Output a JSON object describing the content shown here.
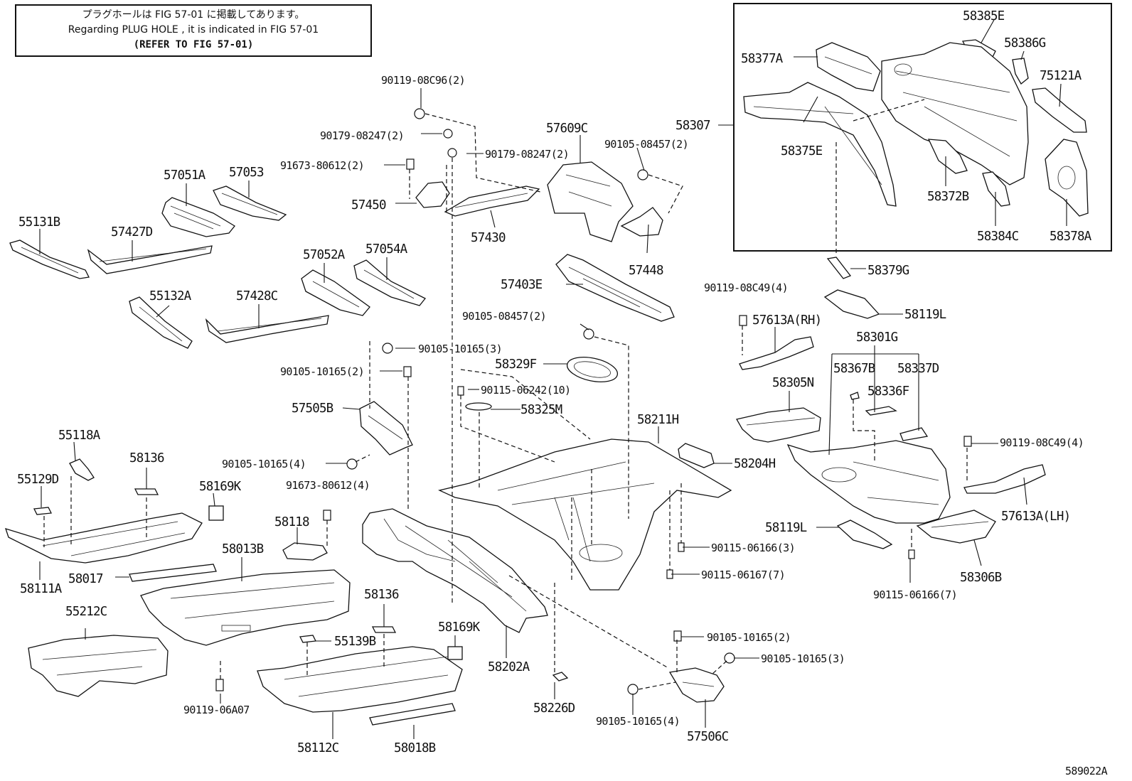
{
  "note": {
    "line_jp": "プラグホールは FIG 57-01 に掲載してあります。",
    "line_en": "Regarding  PLUG  HOLE , it is indicated in FIG  57-01",
    "line_ref": "(REFER TO FIG 57-01)"
  },
  "figure_id": "589022A",
  "labels": {
    "p90119_08C96": "90119-08C96(2)",
    "p90179_08247_a": "90179-08247(2)",
    "p90179_08247_b": "90179-08247(2)",
    "p91673_80612_2": "91673-80612(2)",
    "p57609C": "57609C",
    "p90105_08457_top": "90105-08457(2)",
    "p58307": "58307",
    "p57051A": "57051A",
    "p57053": "57053",
    "p57450": "57450",
    "p57430": "57430",
    "p55131B": "55131B",
    "p57427D": "57427D",
    "p57448": "57448",
    "p57052A": "57052A",
    "p57054A": "57054A",
    "p57403E": "57403E",
    "p55132A": "55132A",
    "p57428C": "57428C",
    "p90105_08457_mid": "90105-08457(2)",
    "p90105_10165_3a": "90105-10165(3)",
    "p90105_10165_2a": "90105-10165(2)",
    "p58329F": "58329F",
    "p90115_06242": "90115-06242(10)",
    "p57505B": "57505B",
    "p58325M": "58325M",
    "p55118A": "55118A",
    "p58211H": "58211H",
    "p90105_10165_4a": "90105-10165(4)",
    "p58204H": "58204H",
    "p58136_a": "58136",
    "p55129D": "55129D",
    "p58169K_a": "58169K",
    "p91673_80612_4": "91673-80612(4)",
    "p58118": "58118",
    "p58013B": "58013B",
    "p58017": "58017",
    "p58111A": "58111A",
    "p55212C": "55212C",
    "p58136_b": "58136",
    "p55139B": "55139B",
    "p58169K_b": "58169K",
    "p58202A": "58202A",
    "p90119_06A07": "90119-06A07",
    "p58112C": "58112C",
    "p58018B": "58018B",
    "p58226D": "58226D",
    "p90115_06166_3": "90115-06166(3)",
    "p90115_06167_7": "90115-06167(7)",
    "p90105_10165_2b": "90105-10165(2)",
    "p90105_10165_3b": "90105-10165(3)",
    "p90105_10165_4b": "90105-10165(4)",
    "p57506C": "57506C",
    "p58379G": "58379G",
    "p90119_08C49_a": "90119-08C49(4)",
    "p57613A_RH": "57613A(RH)",
    "p58119L_a": "58119L",
    "p58301G": "58301G",
    "p58367B": "58367B",
    "p58337D": "58337D",
    "p58305N": "58305N",
    "p58336F": "58336F",
    "p90119_08C49_b": "90119-08C49(4)",
    "p57613A_LH": "57613A(LH)",
    "p58119L_b": "58119L",
    "p58306B": "58306B",
    "p90115_06166_7": "90115-06166(7)",
    "p58385E": "58385E",
    "p58377A": "58377A",
    "p58386G": "58386G",
    "p75121A": "75121A",
    "p58375E": "58375E",
    "p58372B": "58372B",
    "p58384C": "58384C",
    "p58378A": "58378A"
  }
}
